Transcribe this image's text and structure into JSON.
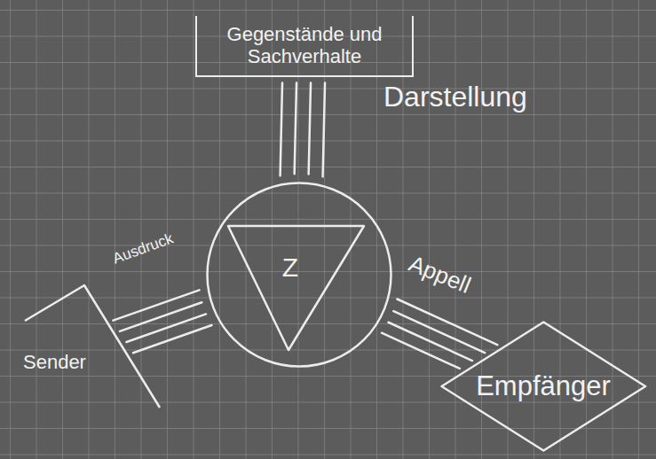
{
  "diagram": {
    "nodes": [
      {
        "text": [
          "Gegenstände und Sachverhalte"
        ]
      },
      {
        "text": [
          "Z"
        ]
      },
      {
        "text": [
          "Sender"
        ]
      },
      {
        "text": [
          "Empfänger"
        ]
      }
    ],
    "edges": [
      {
        "from": 1,
        "to": 0,
        "label": "Darstellung",
        "arrow": "none"
      },
      {
        "from": 1,
        "to": 2,
        "label": "Ausdruck",
        "arrow": "none"
      },
      {
        "from": 1,
        "to": 3,
        "label": "Appell",
        "arrow": "none"
      }
    ]
  }
}
